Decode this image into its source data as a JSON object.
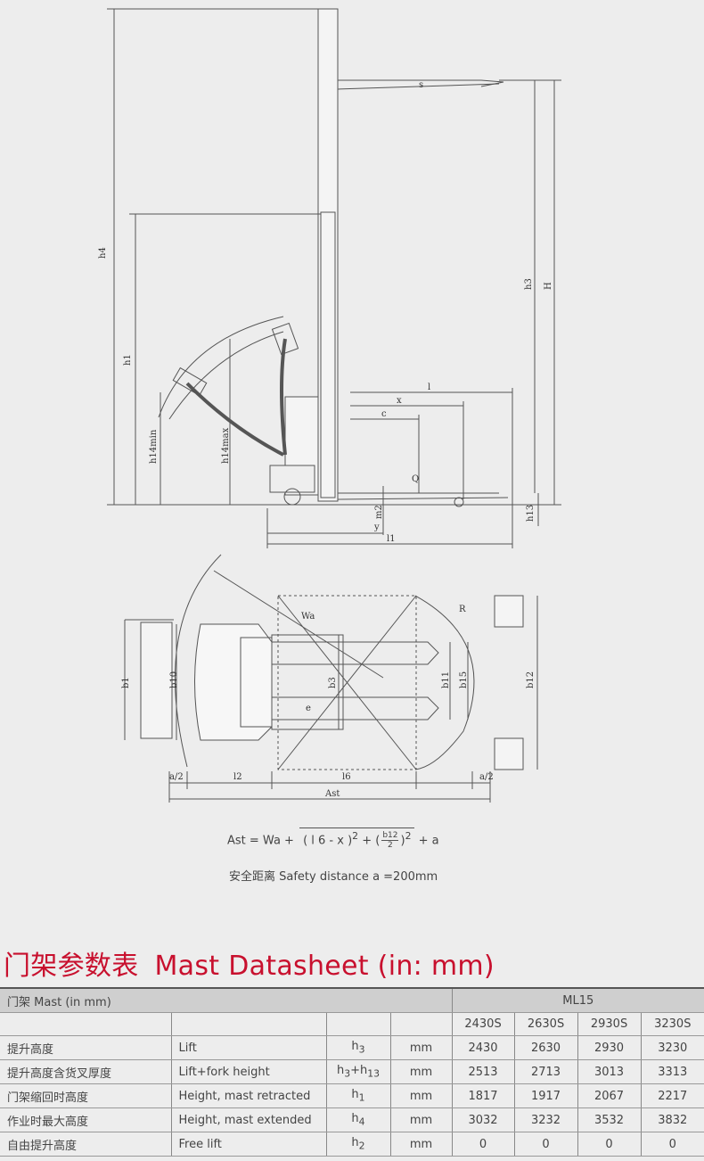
{
  "drawing": {
    "side_labels": [
      "h4",
      "h1",
      "h14min",
      "h14max",
      "h3",
      "H",
      "l",
      "x",
      "c",
      "Q",
      "s",
      "m2",
      "y",
      "l1",
      "h13"
    ],
    "top_labels": [
      "b1",
      "b10",
      "b3",
      "b11",
      "b15",
      "b12",
      "e",
      "Wa",
      "R",
      "a/2",
      "l2",
      "l6",
      "a/2",
      "Ast"
    ]
  },
  "formula": {
    "lhs": "Ast = Wa +",
    "radicand_a": "( l 6 - x )",
    "sq1": "2",
    "plus": "+",
    "frac_num": "b12",
    "frac_den": "2",
    "sq2": "2",
    "rhs": "+ a"
  },
  "safety_note": "安全距离 Safety distance a =200mm",
  "title": {
    "cn": "门架参数表",
    "en": "Mast Datasheet (in: mm)"
  },
  "table": {
    "header_left": "门架 Mast (in mm)",
    "header_model": "ML15",
    "models": [
      "2430S",
      "2630S",
      "2930S",
      "3230S"
    ],
    "rows": [
      {
        "cn": "提升高度",
        "en": "Lift",
        "sym": "h3",
        "unit": "mm",
        "values": [
          "2430",
          "2630",
          "2930",
          "3230"
        ]
      },
      {
        "cn": "提升高度含货叉厚度",
        "en": "Lift+fork height",
        "sym": "h3+h13",
        "unit": "mm",
        "values": [
          "2513",
          "2713",
          "3013",
          "3313"
        ]
      },
      {
        "cn": "门架缩回时高度",
        "en": "Height, mast retracted",
        "sym": "h1",
        "unit": "mm",
        "values": [
          "1817",
          "1917",
          "2067",
          "2217"
        ]
      },
      {
        "cn": "作业时最大高度",
        "en": "Height, mast extended",
        "sym": "h4",
        "unit": "mm",
        "values": [
          "3032",
          "3232",
          "3532",
          "3832"
        ]
      },
      {
        "cn": "自由提升高度",
        "en": "Free lift",
        "sym": "h2",
        "unit": "mm",
        "values": [
          "0",
          "0",
          "0",
          "0"
        ]
      }
    ]
  }
}
